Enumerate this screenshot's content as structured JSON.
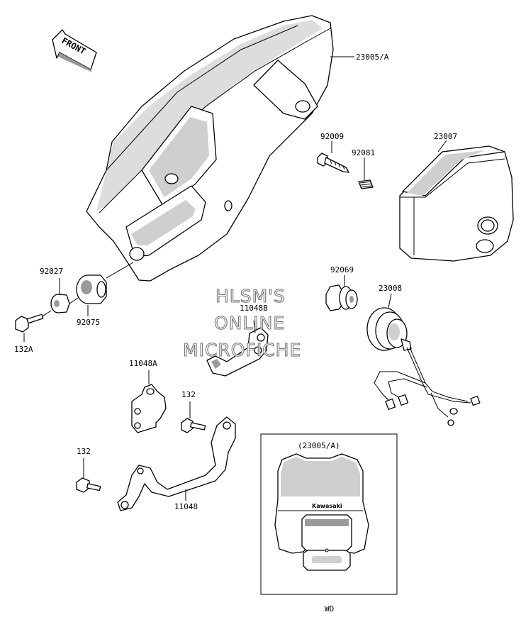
{
  "front_arrow": {
    "label": "FRONT"
  },
  "parts": {
    "p23005A": "23005/A",
    "p92009": "92009",
    "p92081": "92081",
    "p23007": "23007",
    "p92027": "92027",
    "p92075": "92075",
    "p132A": "132A",
    "p92069": "92069",
    "p23008": "23008",
    "p11048B": "11048B",
    "p11048A": "11048A",
    "p132a": "132",
    "p132b": "132",
    "p11048": "11048"
  },
  "inset": {
    "title": "(23005/A)",
    "brand": "Kawasaki",
    "model": "WD"
  },
  "watermark": {
    "line1": "HLSM'S",
    "line2": "ONLINE",
    "line3": "MICROFICHE"
  }
}
